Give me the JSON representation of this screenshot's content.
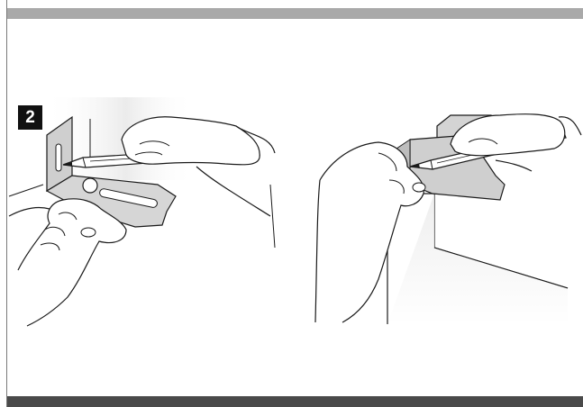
{
  "step": {
    "number": "2"
  },
  "colors": {
    "top_bar": "#a9a9a9",
    "bottom_bar": "#4a4a4a",
    "badge_background": "#111111",
    "line_art": "#1a1a1a",
    "wall_shade": "#e6e6e6"
  },
  "illustrations": [
    {
      "name": "marking-bracket-position-left",
      "icon": "hands-pencil-bracket-on-wall"
    },
    {
      "name": "marking-bracket-position-right",
      "icon": "hands-pencil-bracket-on-cabinet"
    }
  ]
}
